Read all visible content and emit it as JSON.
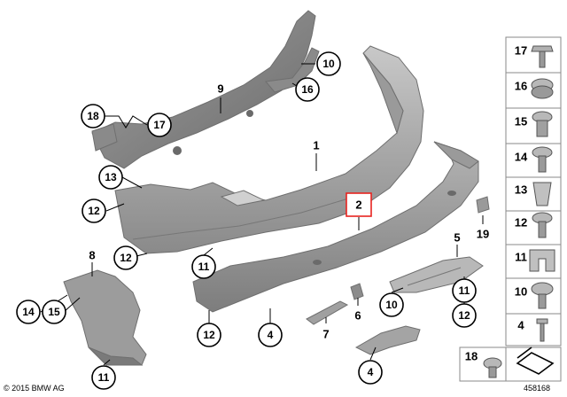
{
  "callouts": {
    "c1": "1",
    "c2": "2",
    "c4a": "4",
    "c4b": "4",
    "c5": "5",
    "c6": "6",
    "c7": "7",
    "c8": "8",
    "c9": "9",
    "c10a": "10",
    "c10b": "10",
    "c11a": "11",
    "c11b": "11",
    "c11c": "11",
    "c12a": "12",
    "c12b": "12",
    "c12c": "12",
    "c12d": "12",
    "c13": "13",
    "c14": "14",
    "c15": "15",
    "c16": "16",
    "c17": "17",
    "c18": "18",
    "c19": "19"
  },
  "side_parts": [
    "17",
    "16",
    "15",
    "14",
    "13",
    "12",
    "11",
    "10",
    "4"
  ],
  "bottom_part": "18",
  "footer": {
    "copyright": "© 2015 BMW AG",
    "diagram_id": "458168"
  },
  "colors": {
    "highlight": "#e8231f",
    "part_fill": "#a9a9a9",
    "part_dark": "#8c8c8c"
  }
}
